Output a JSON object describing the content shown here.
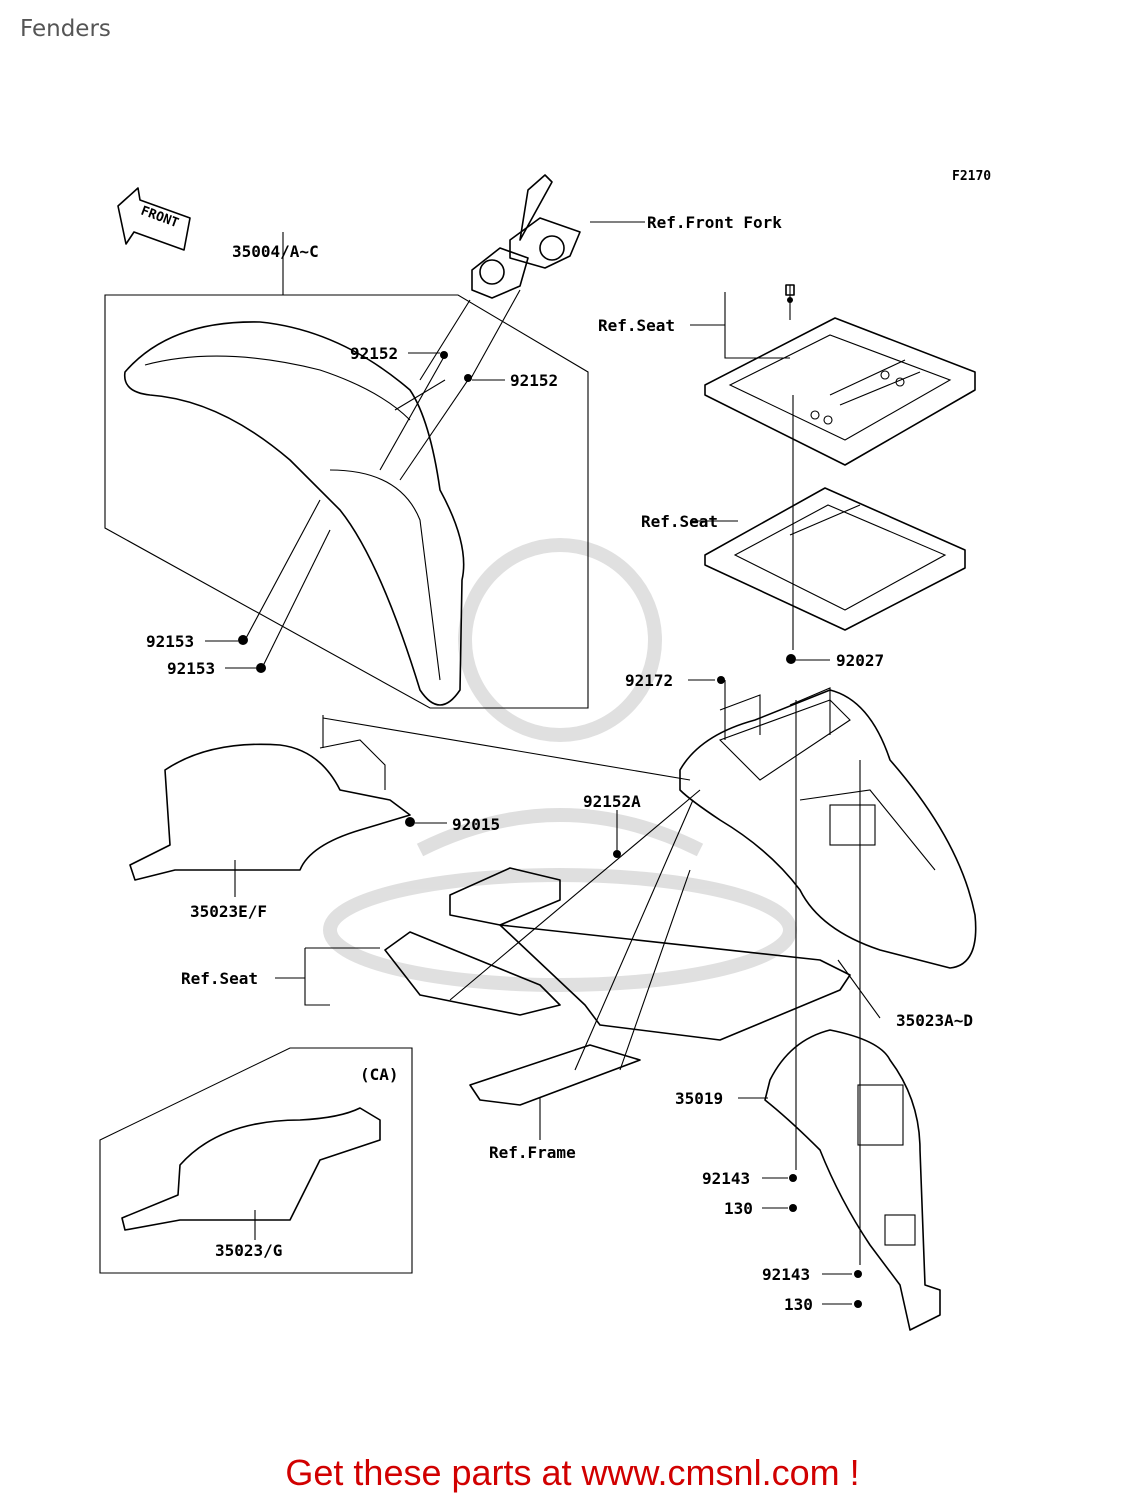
{
  "page": {
    "title": "Fenders"
  },
  "diagram": {
    "code": "F2170",
    "front_arrow_label": "FRONT",
    "labels": {
      "ref_front_fork": "Ref.Front Fork",
      "p35004": "35004/A~C",
      "p92152_a": "92152",
      "p92152_b": "92152",
      "p92153_a": "92153",
      "p92153_b": "92153",
      "ref_seat_top": "Ref.Seat",
      "ref_seat_mid": "Ref.Seat",
      "p92027": "92027",
      "p92172": "92172",
      "p92152A": "92152A",
      "p92015": "92015",
      "p35023EF": "35023E/F",
      "ref_seat_left": "Ref.Seat",
      "p35023AD": "35023A~D",
      "ca": "(CA)",
      "p35019": "35019",
      "ref_frame": "Ref.Frame",
      "p92143_a": "92143",
      "p130_a": "130",
      "p92143_b": "92143",
      "p130_b": "130",
      "p35023G": "35023/G"
    }
  },
  "footer": {
    "prefix": "Get these parts at ",
    "link_text": "www.cmsnl.com",
    "suffix": " !",
    "color": "#d10000"
  }
}
